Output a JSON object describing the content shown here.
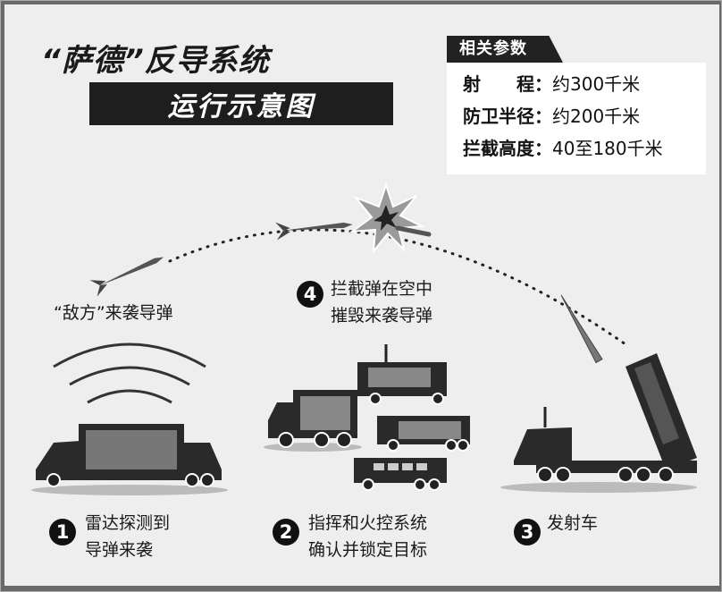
{
  "header": {
    "title": "“萨德”反导系统",
    "subtitle": "运行示意图"
  },
  "params": {
    "heading": "相关参数",
    "rows": [
      {
        "label": "射　　程：",
        "value": "约300千米"
      },
      {
        "label": "防卫半径：",
        "value": "约200千米"
      },
      {
        "label": "拦截高度：",
        "value": "40至180千米"
      }
    ]
  },
  "labels": {
    "enemy_missile": "“敌方”来袭导弹",
    "step4": {
      "num": "4",
      "line1": "拦截弹在空中",
      "line2": "摧毁来袭导弹"
    },
    "step1": {
      "num": "1",
      "line1": "雷达探测到",
      "line2": "导弹来袭"
    },
    "step2": {
      "num": "2",
      "line1": "指挥和火控系统",
      "line2": "确认并锁定目标"
    },
    "step3": {
      "num": "3",
      "line1": "发射车"
    }
  },
  "colors": {
    "background": "#eeeeee",
    "dark": "#1e1e1e",
    "vehicle": "#2a2a2a",
    "explosion": "#8a8a8a"
  }
}
